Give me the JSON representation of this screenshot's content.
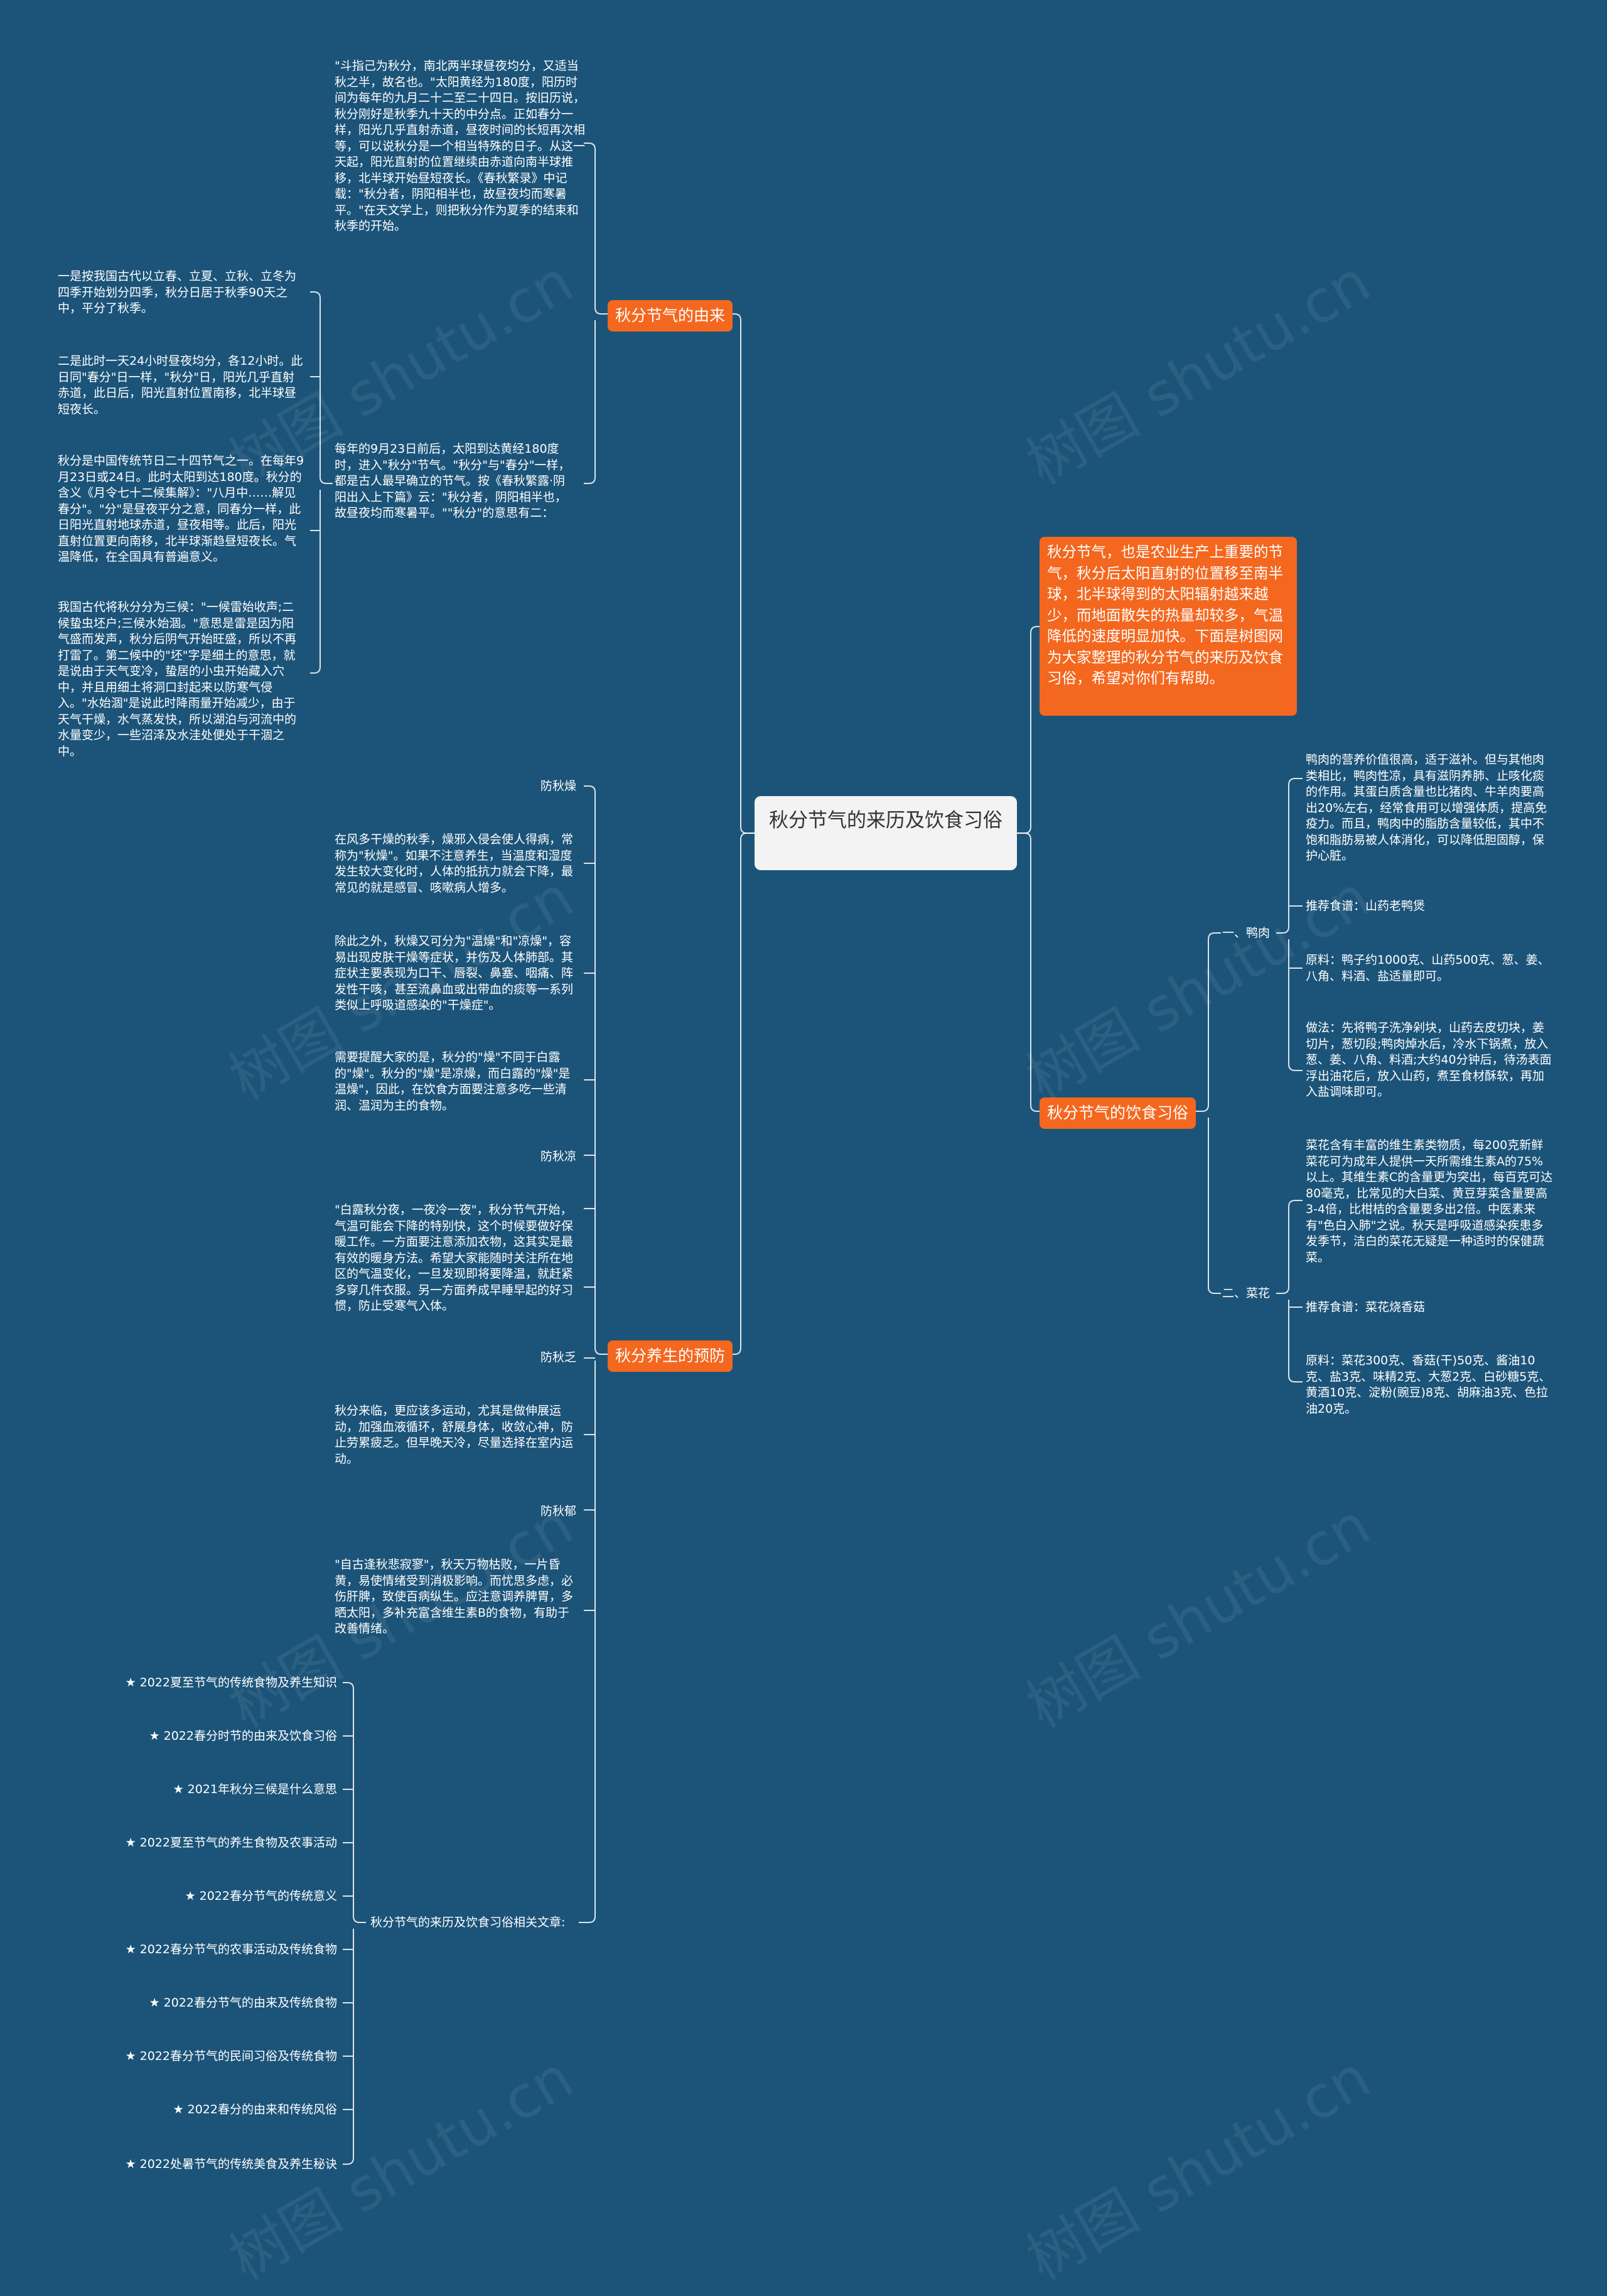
{
  "watermark": "树图 shutu.cn",
  "root": "秋分节气的来历及饮食习俗",
  "intro": "秋分节气，也是农业生产上重要的节气，秋分后太阳直射的位置移至南半球，北半球得到的太阳辐射越来越少，而地面散失的热量却较多，气温降低的速度明显加快。下面是树图网为大家整理的秋分节气的来历及饮食习俗，希望对你们有帮助。",
  "origin": {
    "label": "秋分节气的由来",
    "p1": "\"斗指己为秋分，南北两半球昼夜均分，又适当秋之半，故名也。\"太阳黄经为180度，阳历时间为每年的九月二十二至二十四日。按旧历说，秋分刚好是秋季九十天的中分点。正如春分一样，阳光几乎直射赤道，昼夜时间的长短再次相等，可以说秋分是一个相当特殊的日子。从这一天起，阳光直射的位置继续由赤道向南半球推移，北半球开始昼短夜长。《春秋繁录》中记载：\"秋分者，阴阳相半也，故昼夜均而寒暑平。\"在天文学上，则把秋分作为夏季的结束和秋季的开始。",
    "p2": "每年的9月23日前后，太阳到达黄经180度时，进入\"秋分\"节气。\"秋分\"与\"春分\"一样，都是古人最早确立的节气。按《春秋繁露·阴阳出入上下篇》云：\"秋分者，阴阳相半也，故昼夜均而寒暑平。\"\"秋分\"的意思有二：",
    "s1": "一是按我国古代以立春、立夏、立秋、立冬为四季开始划分四季，秋分日居于秋季90天之中，平分了秋季。",
    "s2": "二是此时一天24小时昼夜均分，各12小时。此日同\"春分\"日一样，\"秋分\"日，阳光几乎直射赤道，此日后，阳光直射位置南移，北半球昼短夜长。",
    "s3": "秋分是中国传统节日二十四节气之一。在每年9月23日或24日。此时太阳到达180度。秋分的含义《月令七十二候集解》：\"八月中……解见春分\"。\"分\"是昼夜平分之意，同春分一样，此日阳光直射地球赤道，昼夜相等。此后，阳光直射位置更向南移，北半球渐趋昼短夜长。气温降低，在全国具有普遍意义。",
    "s4": "我国古代将秋分分为三候：\"一候雷始收声;二候蛰虫坯户;三候水始涸。\"意思是雷是因为阳气盛而发声，秋分后阴气开始旺盛，所以不再打雷了。第二候中的\"坯\"字是细土的意思，就是说由于天气变冷，蛰居的小虫开始藏入穴中，并且用细土将洞口封起来以防寒气侵入。\"水始涸\"是说此时降雨量开始减少，由于天气干燥，水气蒸发快，所以湖泊与河流中的水量变少，一些沼泽及水洼处便处于干涸之中。"
  },
  "health": {
    "label": "秋分养生的预防",
    "t1": "防秋燥",
    "p1": "在风多干燥的秋季，燥邪入侵会使人得病，常称为\"秋燥\"。如果不注意养生，当温度和湿度发生较大变化时，人体的抵抗力就会下降，最常见的就是感冒、咳嗽病人增多。",
    "p2": "除此之外，秋燥又可分为\"温燥\"和\"凉燥\"，容易出现皮肤干燥等症状，并伤及人体肺部。其症状主要表现为口干、唇裂、鼻塞、咽痛、阵发性干咳，甚至流鼻血或出带血的痰等一系列类似上呼吸道感染的\"干燥症\"。",
    "p3": "需要提醒大家的是，秋分的\"燥\"不同于白露的\"燥\"。秋分的\"燥\"是凉燥，而白露的\"燥\"是温燥\"，因此，在饮食方面要注意多吃一些清润、温润为主的食物。",
    "t2": "防秋凉",
    "p4": "\"白露秋分夜，一夜冷一夜\"，秋分节气开始，气温可能会下降的特别快，这个时候要做好保暖工作。一方面要注意添加衣物，这其实是最有效的暖身方法。希望大家能随时关注所在地区的气温变化，一旦发现即将要降温，就赶紧多穿几件衣服。另一方面养成早睡早起的好习惯，防止受寒气入体。",
    "t3": "防秋乏",
    "p5": "秋分来临，更应该多运动，尤其是做伸展运动，加强血液循环，舒展身体，收敛心神，防止劳累疲乏。但早晚天冷，尽量选择在室内运动。",
    "t4": "防秋郁",
    "p6": "\"自古逢秋悲寂寥\"，秋天万物枯败，一片昏黄，易使情绪受到消极影响。而忧思多虑，必伤肝脾，致使百病纵生。应注意调养脾胃，多晒太阳，多补充富含维生素B的食物，有助于改善情绪。"
  },
  "related": {
    "label": "秋分节气的来历及饮食习俗相关文章:",
    "items": [
      "★ 2022夏至节气的传统食物及养生知识",
      "★ 2022春分时节的由来及饮食习俗",
      "★ 2021年秋分三候是什么意思",
      "★ 2022夏至节气的养生食物及农事活动",
      "★ 2022春分节气的传统意义",
      "★ 2022春分节气的农事活动及传统食物",
      "★ 2022春分节气的由来及传统食物",
      "★ 2022春分节气的民间习俗及传统食物",
      "★ 2022春分的由来和传统风俗",
      "★ 2022处暑节气的传统美食及养生秘诀"
    ]
  },
  "food": {
    "label": "秋分节气的饮食习俗",
    "duck": {
      "label": "一、鸭肉",
      "p1": "鸭肉的营养价值很高，适于滋补。但与其他肉类相比，鸭肉性凉，具有滋阴养肺、止咳化痰的作用。其蛋白质含量也比猪肉、牛羊肉要高出20%左右，经常食用可以增强体质，提高免疫力。而且，鸭肉中的脂肪含量较低，其中不饱和脂肪易被人体消化，可以降低胆固醇，保护心脏。",
      "p2": "推荐食谱：山药老鸭煲",
      "p3": "原料：鸭子约1000克、山药500克、葱、姜、八角、料酒、盐适量即可。",
      "p4": "做法：先将鸭子洗净剁块，山药去皮切块，姜切片，葱切段;鸭肉焯水后，冷水下锅煮，放入葱、姜、八角、料酒;大约40分钟后，待汤表面浮出油花后，放入山药，煮至食材酥软，再加入盐调味即可。"
    },
    "veg": {
      "label": "二、菜花",
      "p1": "菜花含有丰富的维生素类物质，每200克新鲜菜花可为成年人提供一天所需维生素A的75%以上。其维生素C的含量更为突出，每百克可达80毫克，比常见的大白菜、黄豆芽菜含量要高3-4倍，比柑桔的含量要多出2倍。中医素来有\"色白入肺\"之说。秋天是呼吸道感染疾患多发季节，洁白的菜花无疑是一种适时的保健蔬菜。",
      "p2": "推荐食谱：菜花烧香菇",
      "p3": "原料：菜花300克、香菇(干)50克、酱油10克、盐3克、味精2克、大葱2克、白砂糖5克、黄酒10克、淀粉(豌豆)8克、胡麻油3克、色拉油20克。"
    }
  }
}
